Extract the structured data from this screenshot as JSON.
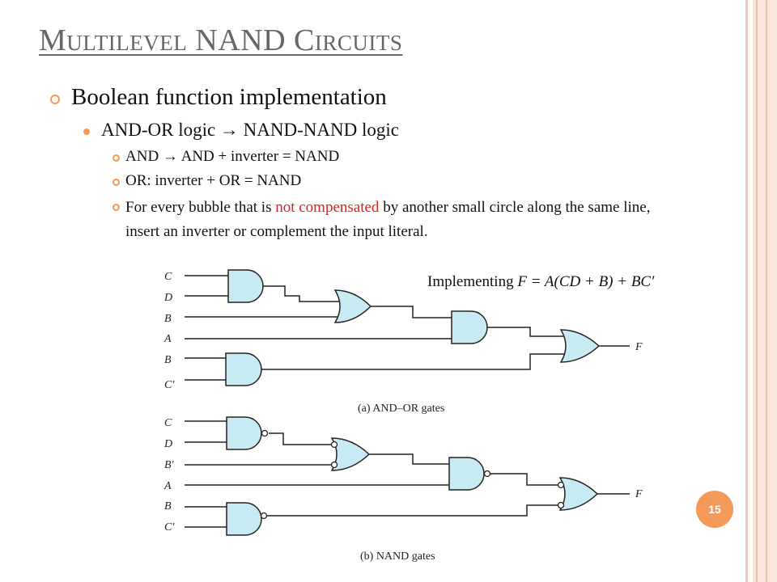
{
  "slide": {
    "title": "Multilevel NAND Circuits",
    "bullet_l1": "Boolean function implementation",
    "bullet_l2": "AND-OR logic → NAND-NAND logic",
    "bullet_l3": [
      "AND → AND + inverter = NAND",
      "OR: inverter + OR = NAND"
    ],
    "bullet_l3_last": {
      "before": "For every bubble that is ",
      "highlight": "not compensated",
      "after": " by another small circle along the same line, insert an inverter or complement the input literal."
    },
    "page_number": "15"
  },
  "caption": {
    "prefix": "Implementing ",
    "formula": "F = A(CD + B) + BC′"
  },
  "circuit_a": {
    "inputs": [
      "C",
      "D",
      "B",
      "A",
      "B",
      "C′"
    ],
    "output": "F",
    "caption": "(a) AND–OR gates"
  },
  "circuit_b": {
    "inputs": [
      "C",
      "D",
      "B′",
      "A",
      "B",
      "C′"
    ],
    "output": "F",
    "caption": "(b) NAND gates"
  },
  "colors": {
    "accent": "#f39a5a",
    "highlight": "#e02020",
    "gate_fill": "#c8eaf2",
    "title": "#666666"
  }
}
